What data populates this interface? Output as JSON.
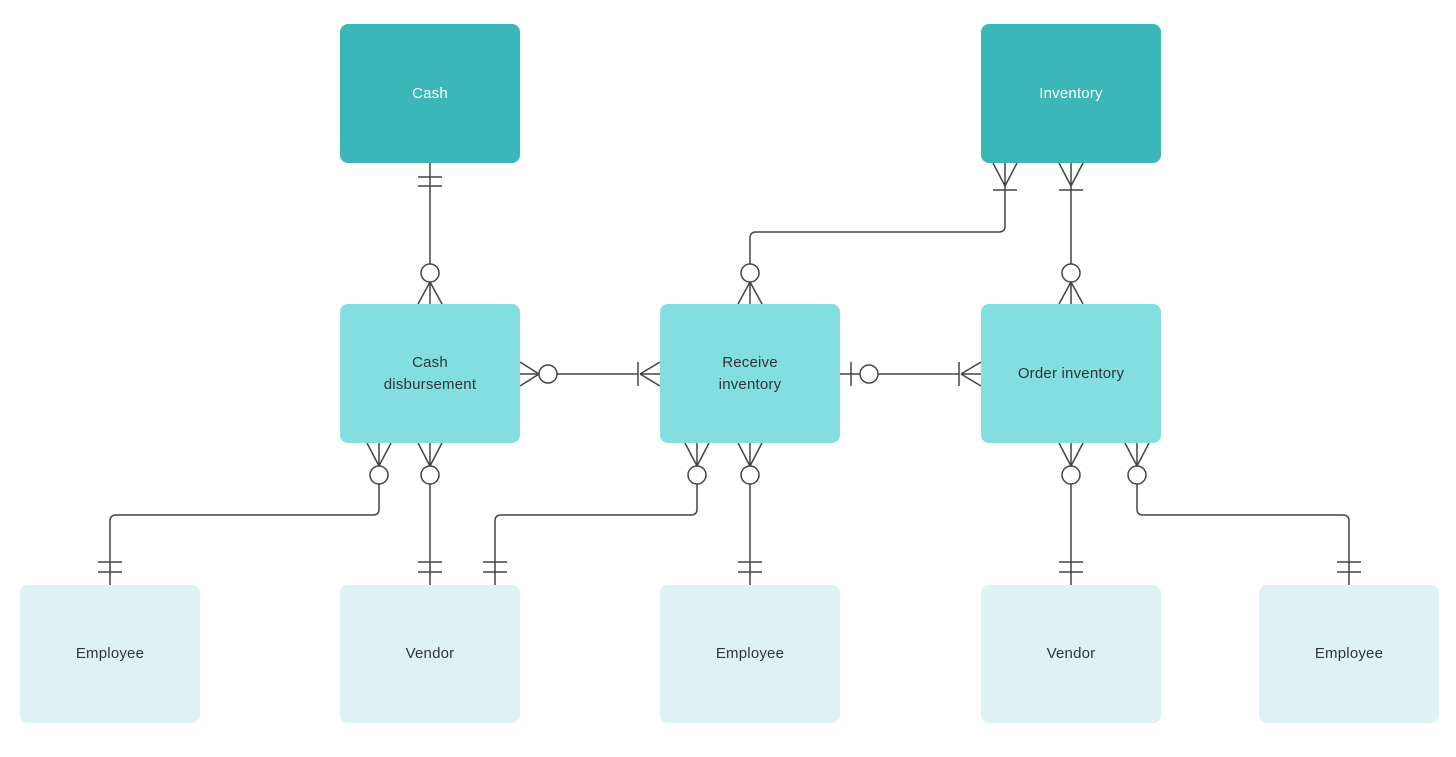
{
  "diagram": {
    "title": "REA entity-relationship diagram (crow's foot notation)",
    "background_color": "#ffffff",
    "colors": {
      "resource_box": "#3bb6b9",
      "event_box": "#82dedf",
      "agent_box": "#def2f4",
      "connector_line": "#404448",
      "text_on_resource": "#ffffff",
      "text_on_light": "#2f3438"
    },
    "nodes": [
      {
        "id": "cash",
        "label": "Cash",
        "tier": "resource"
      },
      {
        "id": "inventory",
        "label": "Inventory",
        "tier": "resource"
      },
      {
        "id": "cash-disbursement",
        "label": "Cash\ndisbursement",
        "tier": "event"
      },
      {
        "id": "receive-inventory",
        "label": "Receive\ninventory",
        "tier": "event"
      },
      {
        "id": "order-inventory",
        "label": "Order inventory",
        "tier": "event"
      },
      {
        "id": "employee-1",
        "label": "Employee",
        "tier": "agent"
      },
      {
        "id": "vendor-1",
        "label": "Vendor",
        "tier": "agent"
      },
      {
        "id": "employee-2",
        "label": "Employee",
        "tier": "agent"
      },
      {
        "id": "vendor-2",
        "label": "Vendor",
        "tier": "agent"
      },
      {
        "id": "employee-3",
        "label": "Employee",
        "tier": "agent"
      }
    ],
    "edges": [
      {
        "from": "cash",
        "to": "cash-disbursement",
        "from_cardinality": "one-and-only-one",
        "to_cardinality": "zero-or-many"
      },
      {
        "from": "inventory",
        "to": "receive-inventory",
        "from_cardinality": "one-or-many",
        "to_cardinality": "zero-or-many"
      },
      {
        "from": "inventory",
        "to": "order-inventory",
        "from_cardinality": "one-or-many",
        "to_cardinality": "zero-or-many"
      },
      {
        "from": "cash-disbursement",
        "to": "receive-inventory",
        "from_cardinality": "zero-or-many",
        "to_cardinality": "one-or-many"
      },
      {
        "from": "receive-inventory",
        "to": "order-inventory",
        "from_cardinality": "zero-or-one",
        "to_cardinality": "one-or-many"
      },
      {
        "from": "cash-disbursement",
        "to": "employee-1",
        "from_cardinality": "zero-or-many",
        "to_cardinality": "one-and-only-one"
      },
      {
        "from": "cash-disbursement",
        "to": "vendor-1",
        "from_cardinality": "zero-or-many",
        "to_cardinality": "one-and-only-one"
      },
      {
        "from": "receive-inventory",
        "to": "vendor-1",
        "from_cardinality": "zero-or-many",
        "to_cardinality": "one-and-only-one"
      },
      {
        "from": "receive-inventory",
        "to": "employee-2",
        "from_cardinality": "zero-or-many",
        "to_cardinality": "one-and-only-one"
      },
      {
        "from": "order-inventory",
        "to": "vendor-2",
        "from_cardinality": "zero-or-many",
        "to_cardinality": "one-and-only-one"
      },
      {
        "from": "order-inventory",
        "to": "employee-3",
        "from_cardinality": "zero-or-many",
        "to_cardinality": "one-and-only-one"
      }
    ]
  }
}
